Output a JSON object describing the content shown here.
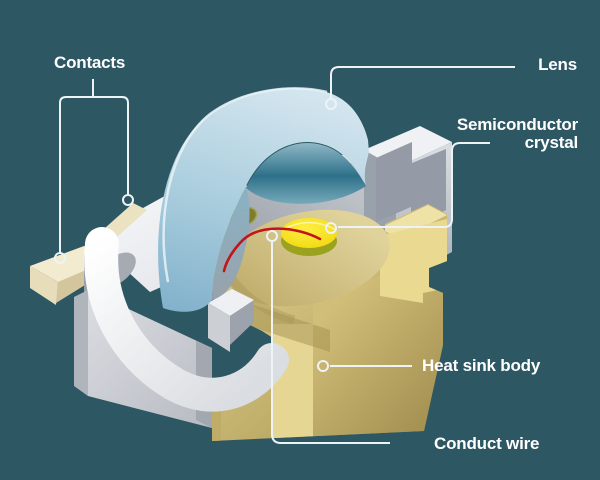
{
  "diagram": {
    "kind": "cutaway-illustration",
    "labels": {
      "contacts": "Contacts",
      "lens": "Lens",
      "semiconductor_crystal_line1": "Semiconductor",
      "semiconductor_crystal_line2": "crystal",
      "heat_sink_body": "Heat sink body",
      "conduct_wire": "Conduct wire"
    },
    "labeled_parts_count": 5,
    "colors": {
      "background": "#2d5763",
      "label_text": "#ffffff",
      "leader_line": "#eef3f5",
      "lens_blue_light": "#cfe3ee",
      "lens_blue_deep": "#7fafca",
      "lens_inner_teal": "#2e7089",
      "housing_white": "#f4f5f7",
      "housing_grey": "#b8bcc3",
      "heat_sink_gold": "#d8c786",
      "heat_sink_shadow": "#a99654",
      "contact_cream": "#f2ebd0",
      "crystal_yellow": "#f8e800",
      "wire_red": "#c4151c",
      "bond_pad_olive": "#7d7d2c"
    }
  }
}
